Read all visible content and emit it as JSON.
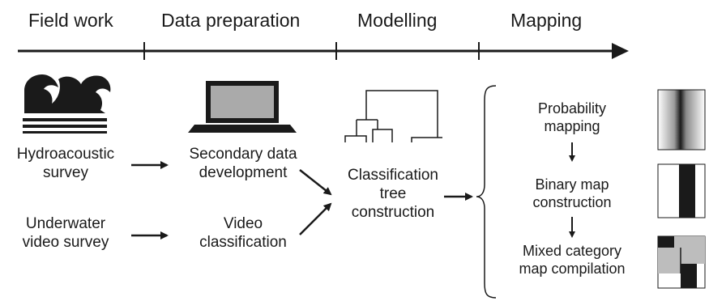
{
  "phases": [
    {
      "label": "Field work"
    },
    {
      "label": "Data preparation"
    },
    {
      "label": "Modelling"
    },
    {
      "label": "Mapping"
    }
  ],
  "nodes": {
    "hydroacoustic": {
      "line1": "Hydroacoustic",
      "line2": "survey"
    },
    "underwater": {
      "line1": "Underwater",
      "line2": "video survey"
    },
    "secondary": {
      "line1": "Secondary data",
      "line2": "development"
    },
    "video_class": {
      "line1": "Video",
      "line2": "classification"
    },
    "tree": {
      "line1": "Classification",
      "line2": "tree",
      "line3": "construction"
    },
    "probability": {
      "line1": "Probability",
      "line2": "mapping"
    },
    "binary": {
      "line1": "Binary map",
      "line2": "construction"
    },
    "mixed": {
      "line1": "Mixed category",
      "line2": "map compilation"
    }
  },
  "icons": {
    "waves": "waves-icon",
    "laptop": "laptop-icon",
    "tree": "dendrogram-icon"
  },
  "colors": {
    "ink": "#1a1a1a",
    "laptop_screen": "#aaaaaa",
    "map_gray": "#bdbdbd"
  }
}
